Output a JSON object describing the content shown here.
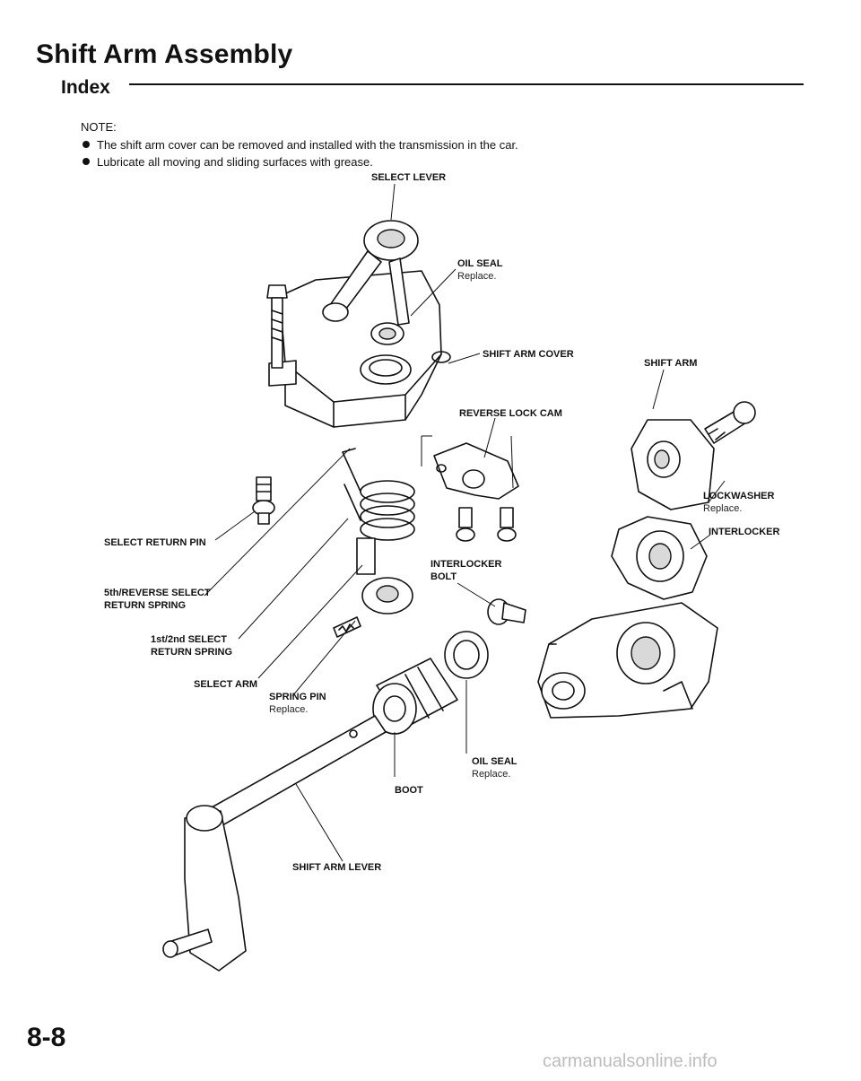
{
  "header": {
    "title": "Shift Arm Assembly",
    "subtitle": "Index"
  },
  "notes": {
    "heading": "NOTE:",
    "items": [
      "The shift arm cover can be removed and installed with the transmission in the car.",
      "Lubricate all moving and sliding surfaces with grease."
    ]
  },
  "labels": {
    "select_lever": "SELECT LEVER",
    "oil_seal_top": "OIL SEAL",
    "oil_seal_top_note": "Replace.",
    "shift_arm_cover": "SHIFT ARM COVER",
    "shift_arm": "SHIFT ARM",
    "reverse_lock_cam": "REVERSE LOCK CAM",
    "lockwasher": "LOCKWASHER",
    "lockwasher_note": "Replace.",
    "interlocker": "INTERLOCKER",
    "select_return_pin": "SELECT RETURN PIN",
    "interlocker_bolt_1": "INTERLOCKER",
    "interlocker_bolt_2": "BOLT",
    "fifth_reverse_1": "5th/REVERSE SELECT",
    "fifth_reverse_2": "RETURN SPRING",
    "first_second_1": "1st/2nd SELECT",
    "first_second_2": "RETURN SPRING",
    "select_arm": "SELECT ARM",
    "spring_pin": "SPRING PIN",
    "spring_pin_note": "Replace.",
    "oil_seal_bottom": "OIL SEAL",
    "oil_seal_bottom_note": "Replace.",
    "boot": "BOOT",
    "shift_arm_lever": "SHIFT ARM LEVER"
  },
  "footer": {
    "page_number": "8-8",
    "watermark": "carmanualsonline.info"
  }
}
